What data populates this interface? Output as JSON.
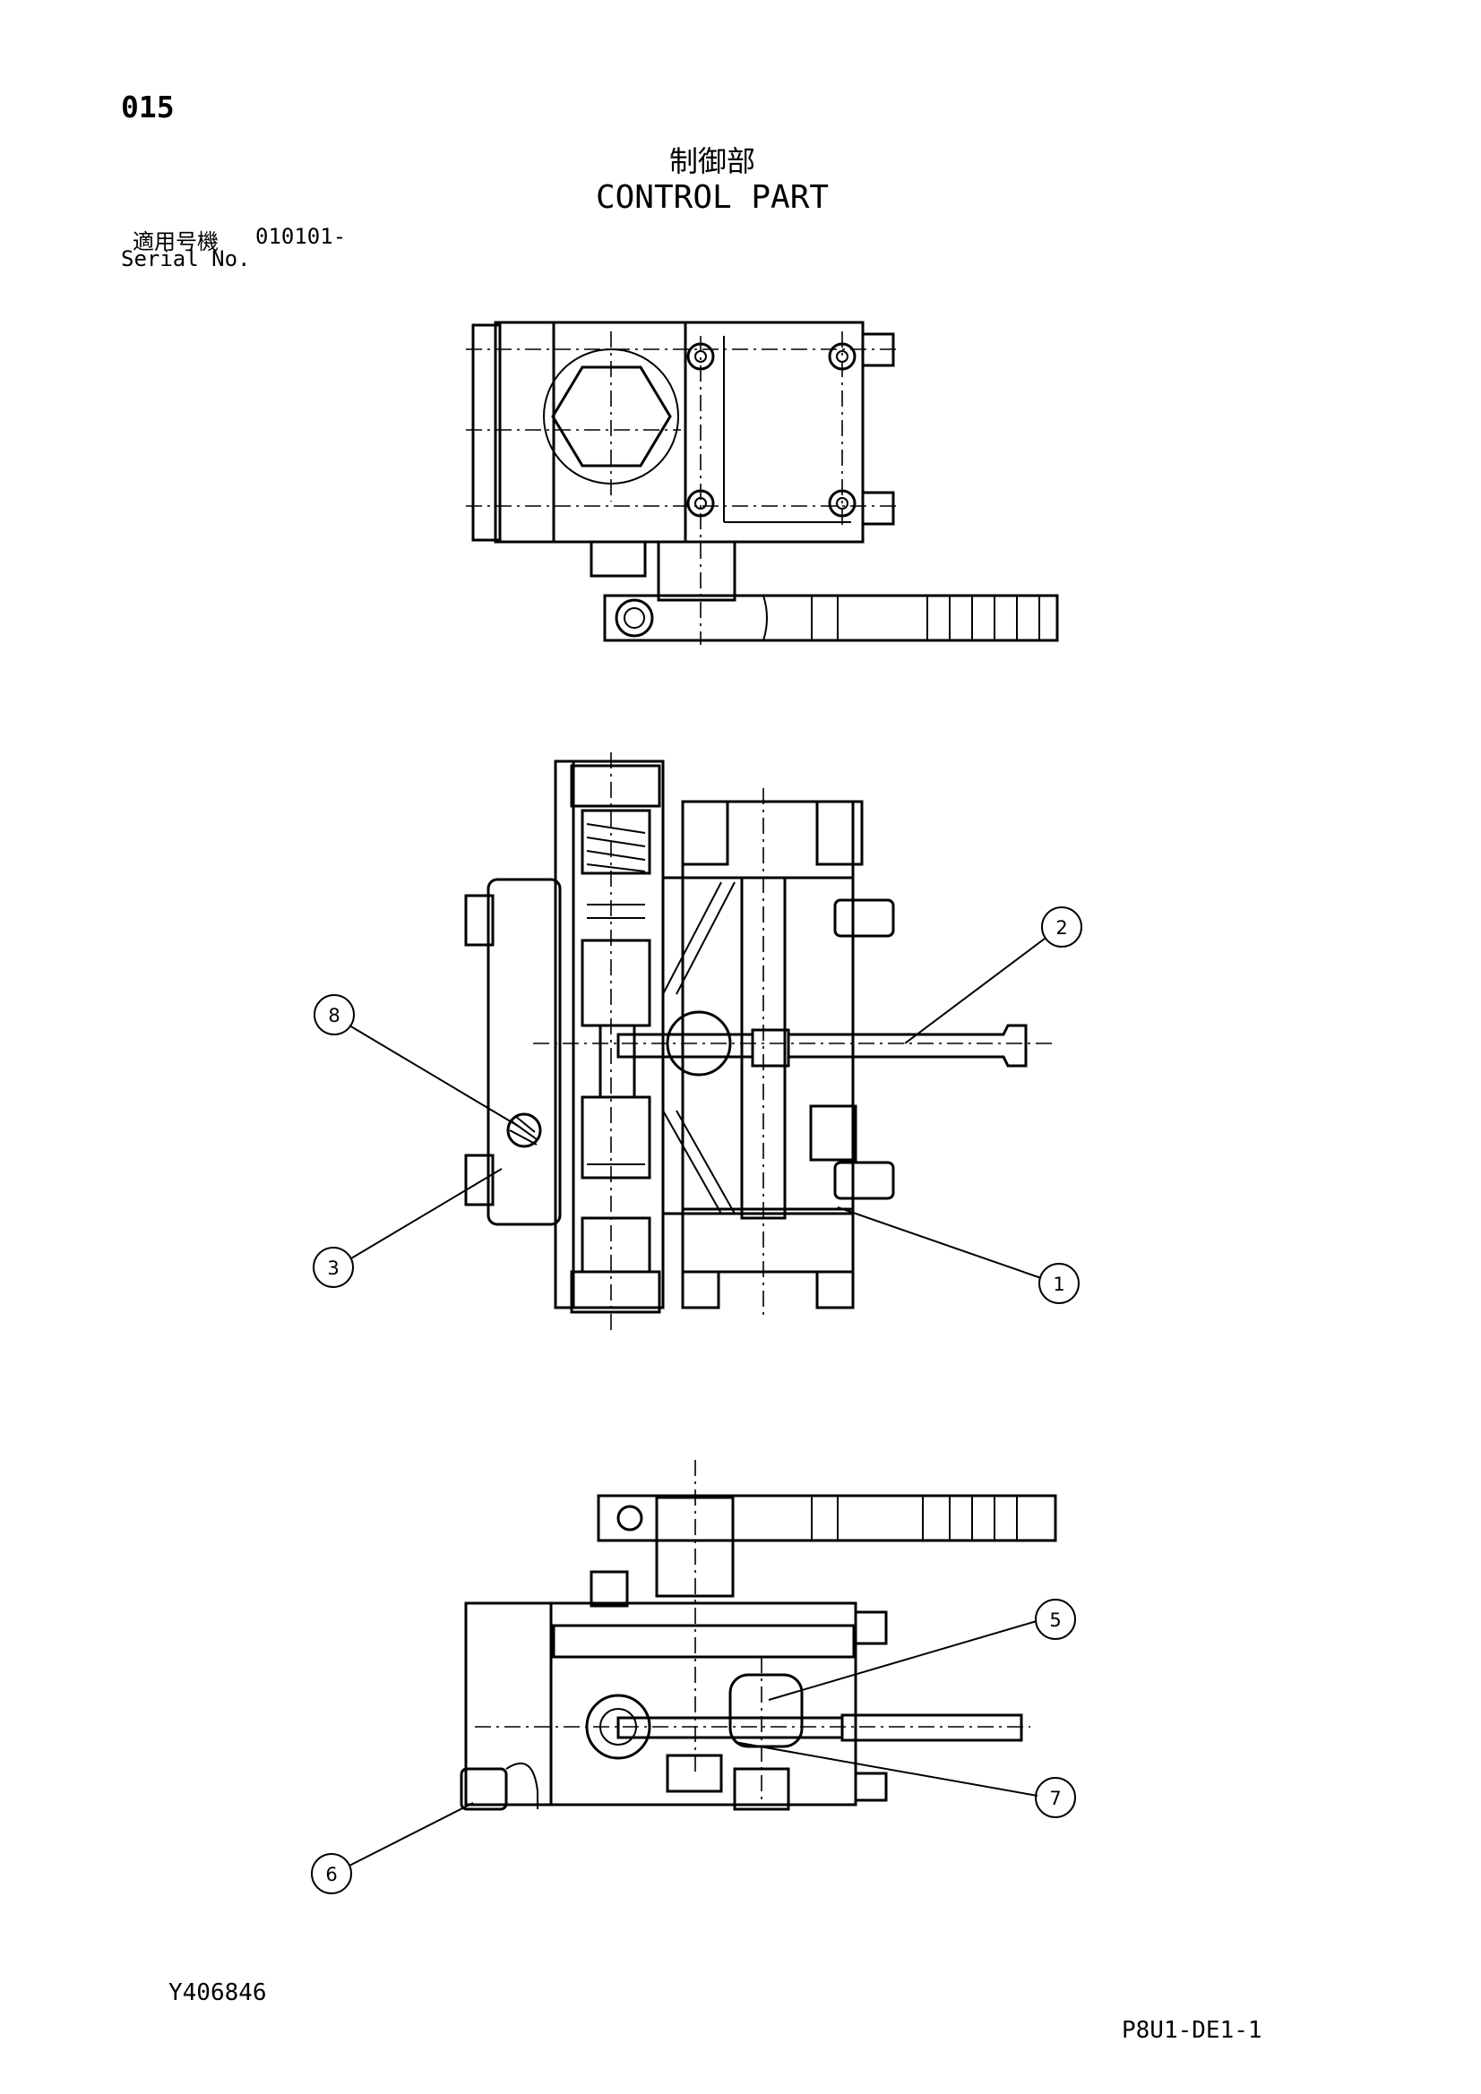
{
  "header": {
    "page_number": "015",
    "title_jp": "制御部",
    "title_en": "CONTROL PART",
    "serial_label_jp": "適用号機",
    "serial_range": "010101-",
    "serial_label_en": "Serial No."
  },
  "footer": {
    "document_code": "Y406846",
    "sheet_code": "P8U1-DE1-1"
  },
  "callouts": [
    "1",
    "2",
    "3",
    "5",
    "6",
    "7",
    "8"
  ]
}
